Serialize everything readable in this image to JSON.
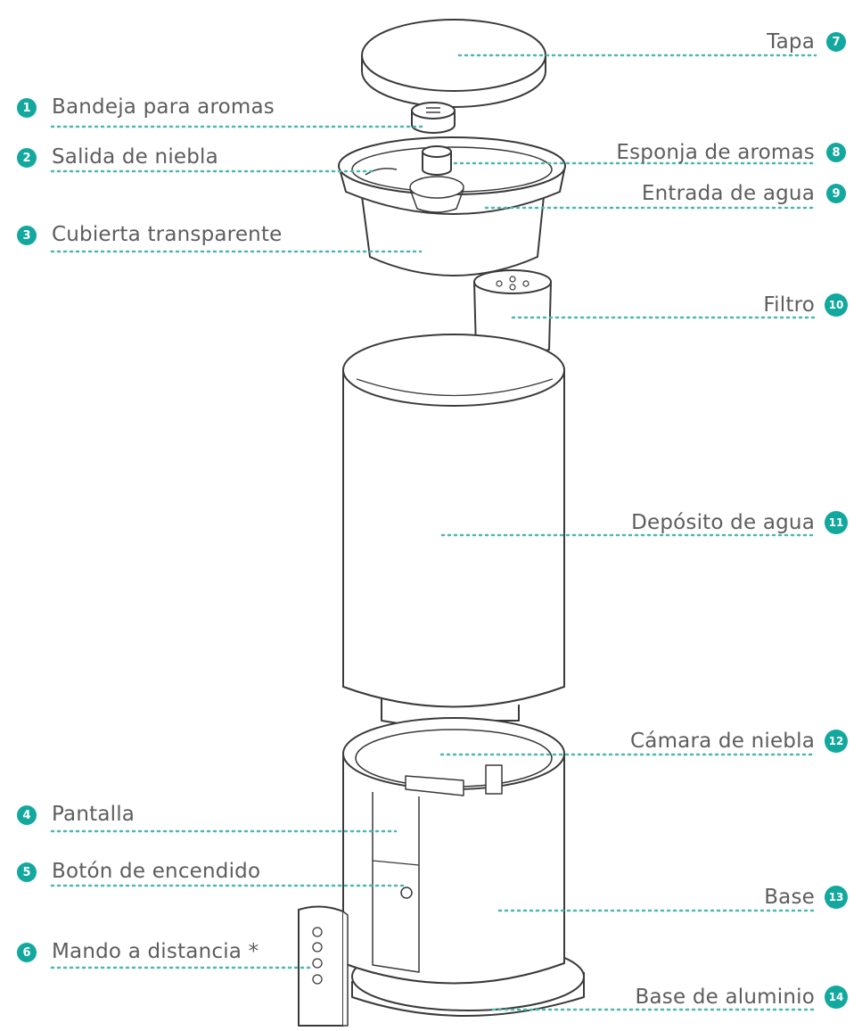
{
  "accent_color": "#13a89e",
  "callouts": [
    {
      "num": "1",
      "text": "Bandeja para aromas"
    },
    {
      "num": "2",
      "text": "Salida de niebla"
    },
    {
      "num": "3",
      "text": "Cubierta transparente"
    },
    {
      "num": "4",
      "text": "Pantalla"
    },
    {
      "num": "5",
      "text": "Botón de encendido"
    },
    {
      "num": "6",
      "text": "Mando a distancia *"
    },
    {
      "num": "7",
      "text": "Tapa"
    },
    {
      "num": "8",
      "text": "Esponja de aromas"
    },
    {
      "num": "9",
      "text": "Entrada de agua"
    },
    {
      "num": "10",
      "text": "Filtro"
    },
    {
      "num": "11",
      "text": "Depósito de agua"
    },
    {
      "num": "12",
      "text": "Cámara de niebla"
    },
    {
      "num": "13",
      "text": "Base"
    },
    {
      "num": "14",
      "text": "Base de aluminio"
    }
  ]
}
